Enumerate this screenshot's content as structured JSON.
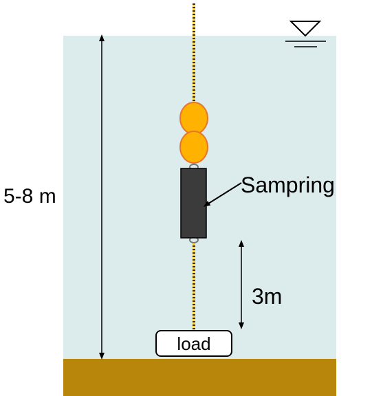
{
  "labels": {
    "depth": "5-8 m",
    "sampler": "Sampring",
    "spacing": "3m",
    "weight": "load"
  },
  "colors": {
    "water": "#dcebec",
    "seabed": "#b8860b",
    "rope_light": "#ffd84a",
    "rope_dark": "#3a3000",
    "float_fill": "#ffb300",
    "float_stroke": "#e8752a",
    "sampler_body": "#3b3b3b"
  },
  "icons": {
    "water_surface": "water-level-triangle-icon"
  }
}
